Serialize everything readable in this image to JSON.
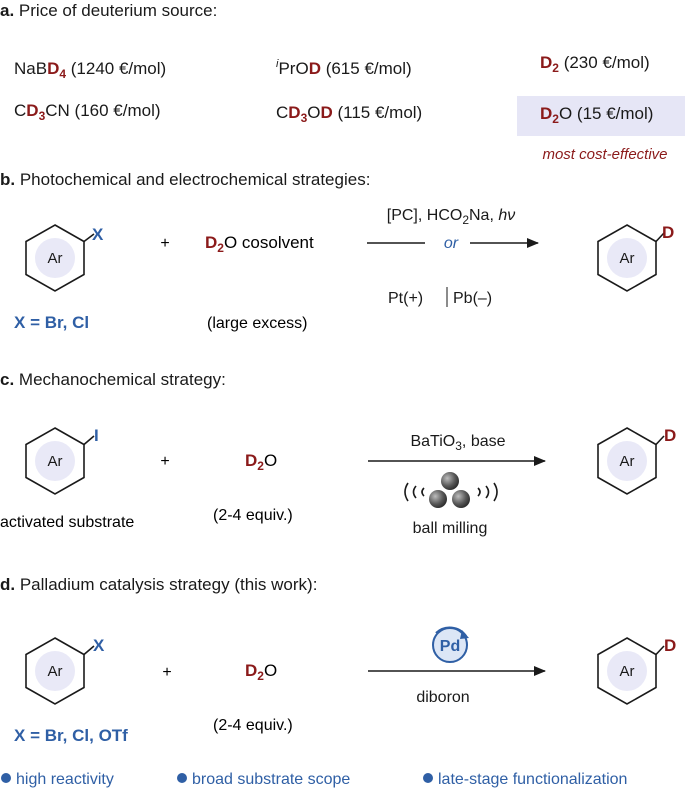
{
  "section_a": {
    "letter": "a.",
    "title": "Price of deuterium source:",
    "sources": [
      {
        "parts": [
          [
            "NaB",
            ""
          ],
          [
            "D",
            "red"
          ],
          [
            "4",
            "red-sub"
          ],
          [
            " (1240 €/mol)",
            ""
          ]
        ]
      },
      {
        "parts": [
          [
            "i",
            "sup-italic"
          ],
          [
            "PrO",
            ""
          ],
          [
            "D",
            "red"
          ],
          [
            " (615 €/mol)",
            ""
          ]
        ]
      },
      {
        "parts": [
          [
            "D",
            "red"
          ],
          [
            "2",
            "red-sub"
          ],
          [
            " (230 €/mol)",
            ""
          ]
        ]
      },
      {
        "parts": [
          [
            "C",
            ""
          ],
          [
            "D",
            "red"
          ],
          [
            "3",
            "red-sub"
          ],
          [
            "CN (160 €/mol)",
            ""
          ]
        ]
      },
      {
        "parts": [
          [
            "C",
            ""
          ],
          [
            "D",
            "red"
          ],
          [
            "3",
            "red-sub"
          ],
          [
            "O",
            ""
          ],
          [
            "D",
            "red"
          ],
          [
            " (115 €/mol)",
            ""
          ]
        ]
      },
      {
        "parts": [
          [
            "D",
            "red"
          ],
          [
            "2",
            "red-sub"
          ],
          [
            "O (15 €/mol)",
            ""
          ]
        ]
      }
    ],
    "highlight_note": "most cost-effective"
  },
  "section_b": {
    "letter": "b.",
    "title": "Photochemical and electrochemical strategies:",
    "substituent": "X",
    "x_label_prefix": "X",
    "x_label_values": "= Br, Cl",
    "plus": "+",
    "reagent_d": "D",
    "reagent_sub": "2",
    "reagent_rest": "O cosolvent",
    "reagent_note": "(large excess)",
    "cond_top_a": "[PC], HCO",
    "cond_top_sub": "2",
    "cond_top_b": "Na, ",
    "cond_top_hv": "hν",
    "cond_or": "or",
    "cond_bottom": "Pt(+)",
    "cond_bottom_b": "Pb(–)",
    "product_label": "D"
  },
  "section_c": {
    "letter": "c.",
    "title": "Mechanochemical strategy:",
    "substituent": "I",
    "plus": "+",
    "reagent_d": "D",
    "reagent_sub": "2",
    "reagent_rest": "O",
    "reagent_note": "(2-4 equiv.)",
    "substrate_note": "activated substrate",
    "cond_top_a": "BaTiO",
    "cond_top_sub": "3",
    "cond_top_b": ", base",
    "cond_bottom": "ball milling",
    "product_label": "D"
  },
  "section_d": {
    "letter": "d.",
    "title": "Palladium catalysis strategy (this work):",
    "substituent": "X",
    "x_label_prefix": "X",
    "x_label_values": "= Br, Cl, OTf",
    "plus": "+",
    "reagent_d": "D",
    "reagent_sub": "2",
    "reagent_rest": "O",
    "reagent_note": "(2-4 equiv.)",
    "catalyst": "Pd",
    "cond_bottom": "diboron",
    "product_label": "D"
  },
  "ring_label": "Ar",
  "bullets": [
    "high reactivity",
    "broad substrate scope",
    "late-stage functionalization"
  ],
  "colors": {
    "deuterium_red": "#8b1a1a",
    "accent_blue": "#2f5fa5",
    "highlight_bg": "#e6e6f6",
    "ring_fill": "#e9e9f7"
  }
}
